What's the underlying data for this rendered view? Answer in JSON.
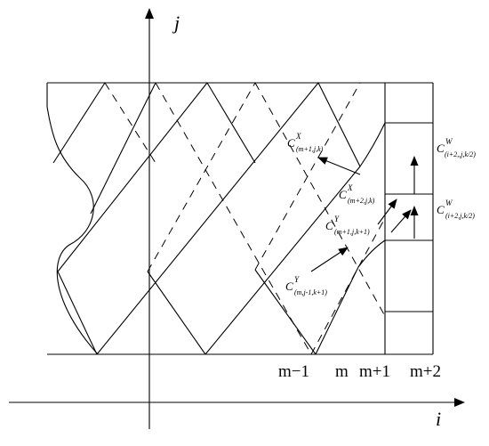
{
  "axes": {
    "x_label": "i",
    "y_label": "j"
  },
  "column_labels": [
    "m−1",
    "m",
    "m+1",
    "m+2"
  ],
  "annotations": {
    "cx_m1": {
      "main": "C",
      "sup": "X",
      "sub": "(m+1,j,k)"
    },
    "cx_m2": {
      "main": "C",
      "sup": "X",
      "sub": "(m+2,j,k)"
    },
    "cy_m1": {
      "main": "C",
      "sup": "Y",
      "sub": "(m+1,j,k+1)"
    },
    "cy_m": {
      "main": "C",
      "sup": "Y",
      "sub": "(m,j-1,k+1)"
    },
    "cw_top": {
      "main": "C",
      "sup": "W",
      "sub": "(i+2,,j,k/2)"
    },
    "cw_bot": {
      "main": "C",
      "sup": "W",
      "sub": "(i+2,j,k/2)"
    }
  }
}
